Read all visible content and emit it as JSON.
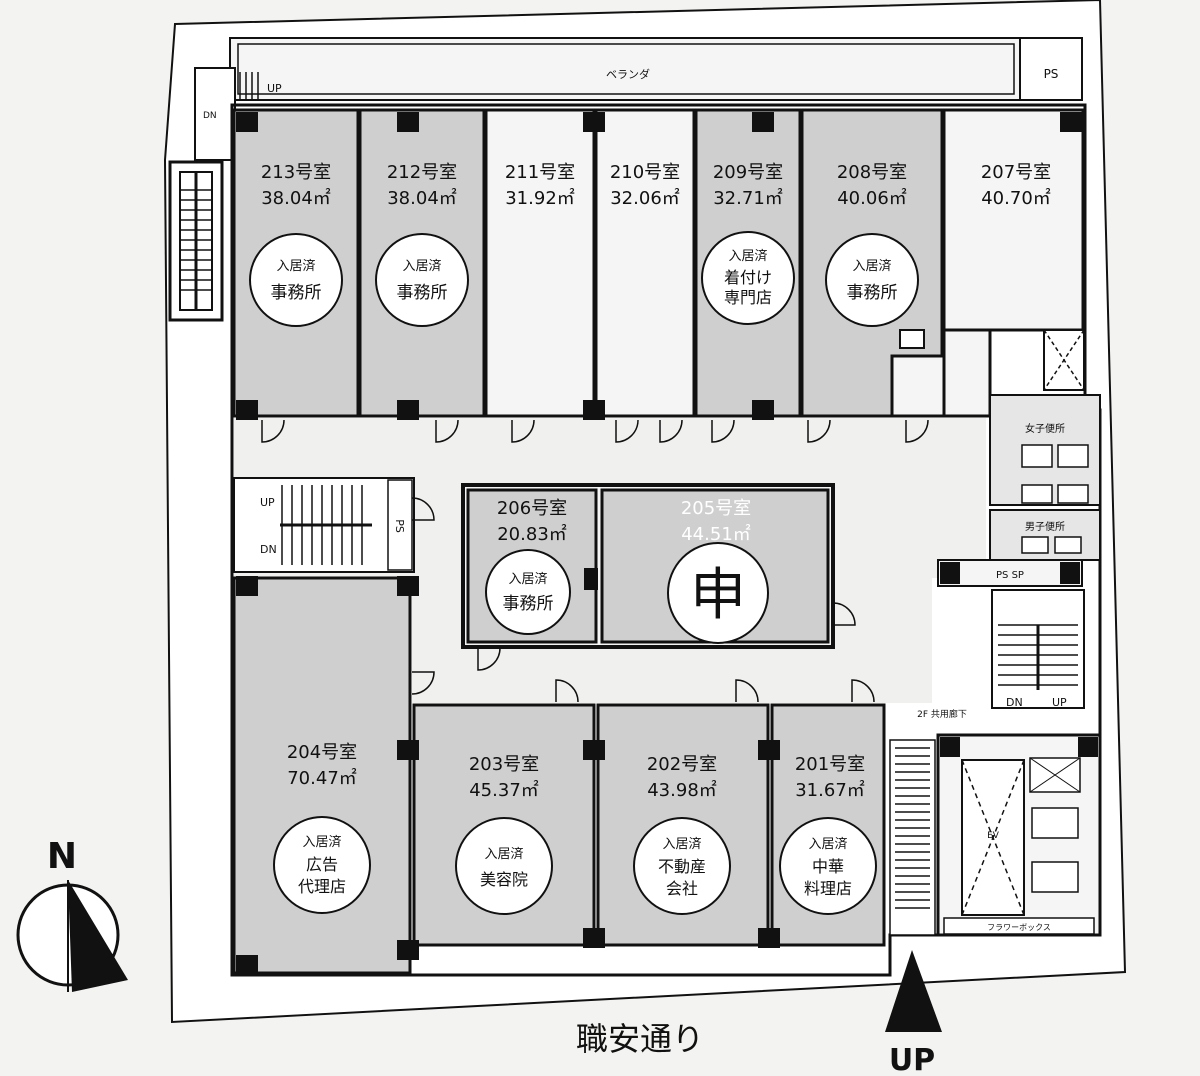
{
  "veranda": "ベランダ",
  "ps_top": "PS",
  "ps_stair": "PS",
  "up": "UP",
  "dn": "DN",
  "rooms": {
    "r213": {
      "name": "213号室",
      "area": "38.04㎡",
      "status": "入居済",
      "use1": "事務所",
      "use2": ""
    },
    "r212": {
      "name": "212号室",
      "area": "38.04㎡",
      "status": "入居済",
      "use1": "事務所",
      "use2": ""
    },
    "r211": {
      "name": "211号室",
      "area": "31.92㎡"
    },
    "r210": {
      "name": "210号室",
      "area": "32.06㎡"
    },
    "r209": {
      "name": "209号室",
      "area": "32.71㎡",
      "status": "入居済",
      "use1": "着付け",
      "use2": "専門店"
    },
    "r208": {
      "name": "208号室",
      "area": "40.06㎡",
      "status": "入居済",
      "use1": "事務所",
      "use2": ""
    },
    "r207": {
      "name": "207号室",
      "area": "40.70㎡"
    },
    "r206": {
      "name": "206号室",
      "area": "20.83㎡",
      "status": "入居済",
      "use1": "事務所",
      "use2": ""
    },
    "r205": {
      "name": "205号室",
      "area": "44.51㎡",
      "mark": "申"
    },
    "r204": {
      "name": "204号室",
      "area": "70.47㎡",
      "status": "入居済",
      "use1": "広告",
      "use2": "代理店"
    },
    "r203": {
      "name": "203号室",
      "area": "45.37㎡",
      "status": "入居済",
      "use1": "美容院",
      "use2": ""
    },
    "r202": {
      "name": "202号室",
      "area": "43.98㎡",
      "status": "入居済",
      "use1": "不動産",
      "use2": "会社"
    },
    "r201": {
      "name": "201号室",
      "area": "31.67㎡",
      "status": "入居済",
      "use1": "中華",
      "use2": "料理店"
    }
  },
  "womens_toilet": "女子便所",
  "mens_toilet": "男子便所",
  "ps_sp": "PS  SP",
  "common_label": "2F 共用廊下",
  "elevator": "EV",
  "flower_box": "フラワーボックス",
  "street": "職安通り",
  "compass_n": "N",
  "entrance_up": "UP"
}
